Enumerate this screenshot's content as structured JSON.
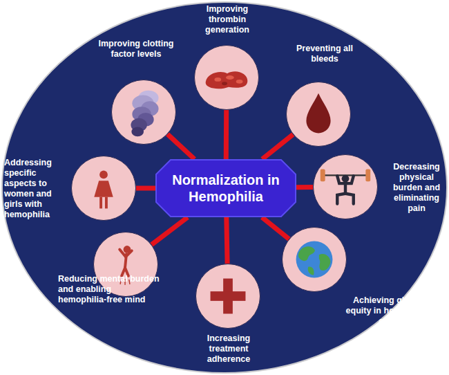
{
  "diagram": {
    "nodes": [
      {
        "text": [
          "Improving clotting factor levels"
        ]
      },
      {
        "text": [
          "Improving thrombin generation"
        ]
      },
      {
        "text": [
          "Preventing all bleeds"
        ]
      },
      {
        "text": [
          "Addressing specific aspects to women and girls with hemophilia"
        ]
      },
      {
        "text": [
          "Normalization in Hemophilia"
        ]
      },
      {
        "text": [
          "Decreasing physical burden and eliminating pain"
        ]
      },
      {
        "text": [
          "Reducing mental burden and enabling hemophilia-free mind"
        ]
      },
      {
        "text": [
          "Increasing treatment adherence"
        ]
      },
      {
        "text": [
          "Achieving global equity in hemophilia care"
        ]
      }
    ],
    "edges": [
      {
        "from": 4,
        "to": 0,
        "arrow": "none"
      },
      {
        "from": 4,
        "to": 1,
        "arrow": "none"
      },
      {
        "from": 4,
        "to": 2,
        "arrow": "none"
      },
      {
        "from": 4,
        "to": 3,
        "arrow": "none"
      },
      {
        "from": 4,
        "to": 5,
        "arrow": "none"
      },
      {
        "from": 4,
        "to": 6,
        "arrow": "none"
      },
      {
        "from": 4,
        "to": 7,
        "arrow": "none"
      },
      {
        "from": 4,
        "to": 8,
        "arrow": "none"
      }
    ]
  }
}
